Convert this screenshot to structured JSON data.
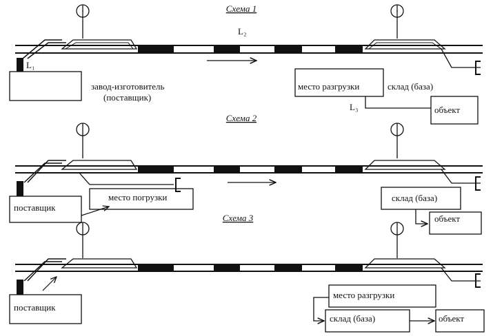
{
  "schemes": [
    {
      "title": "Схема 1",
      "track_label": "L₂",
      "siding_label": "L₁",
      "branch_label": "L₃",
      "supplier_label": "завод-изготовитель",
      "supplier_label_2": "(поставщик)",
      "unloading_label": "место разгрузки",
      "warehouse_label": "склад (база)",
      "object_label": "объект"
    },
    {
      "title": "Схема 2",
      "supplier_label": "поставщик",
      "loading_label": "место погрузки",
      "warehouse_label": "склад (база)",
      "object_label": "объект"
    },
    {
      "title": "Схема 3",
      "supplier_label": "поставщик",
      "unloading_label": "место разгрузки",
      "warehouse_label": "склад (база)",
      "object_label": "объект"
    }
  ],
  "colors": {
    "ink": "#111111",
    "background": "#ffffff"
  }
}
